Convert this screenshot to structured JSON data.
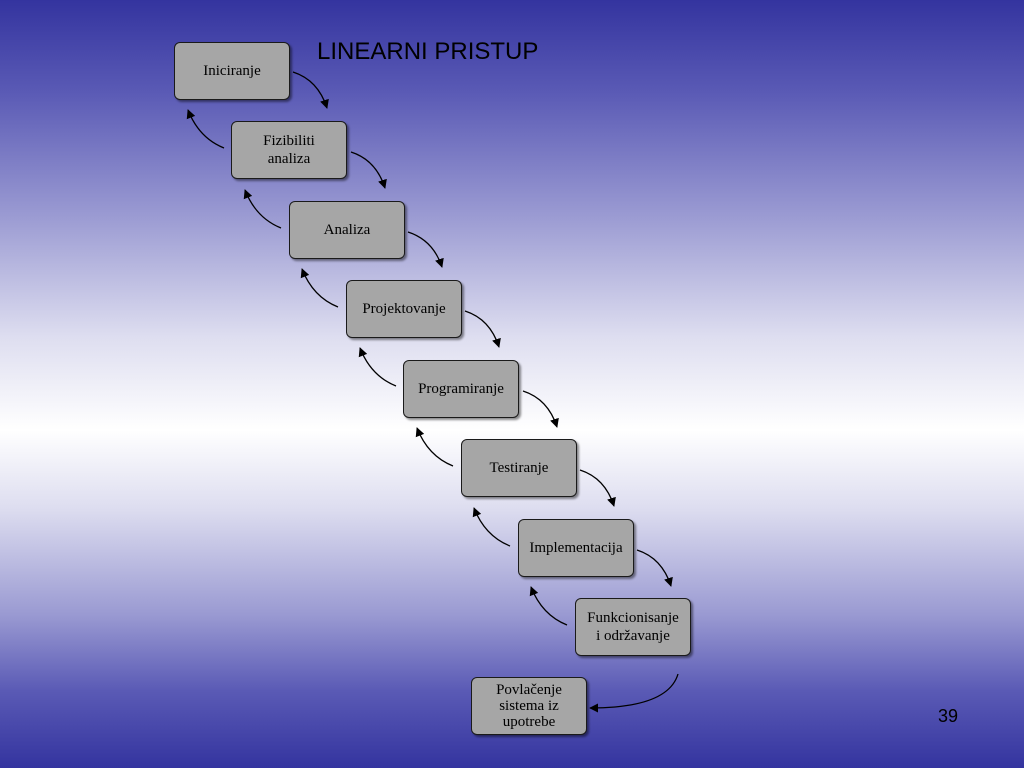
{
  "slide": {
    "title": "LINEARNI PRISTUP",
    "page_number": "39"
  },
  "diagram": {
    "steps": [
      {
        "id": "iniciranje",
        "label": "Iniciranje"
      },
      {
        "id": "fizibiliti-analiza",
        "label": "Fizibiliti\nanaliza"
      },
      {
        "id": "analiza",
        "label": "Analiza"
      },
      {
        "id": "projektovanje",
        "label": "Projektovanje"
      },
      {
        "id": "programiranje",
        "label": "Programiranje"
      },
      {
        "id": "testiranje",
        "label": "Testiranje"
      },
      {
        "id": "implementacija",
        "label": "Implementacija"
      },
      {
        "id": "funkcionisanje",
        "label": "Funkcionisanje\ni održavanje"
      },
      {
        "id": "povlacenje",
        "label": "Povlačenje\nsistema iz\nupotrebe"
      }
    ]
  },
  "colors": {
    "box_fill": "#a6a6a6",
    "box_border": "#1a1a1a",
    "background_edge": "#34349f",
    "background_center": "#ffffff"
  }
}
